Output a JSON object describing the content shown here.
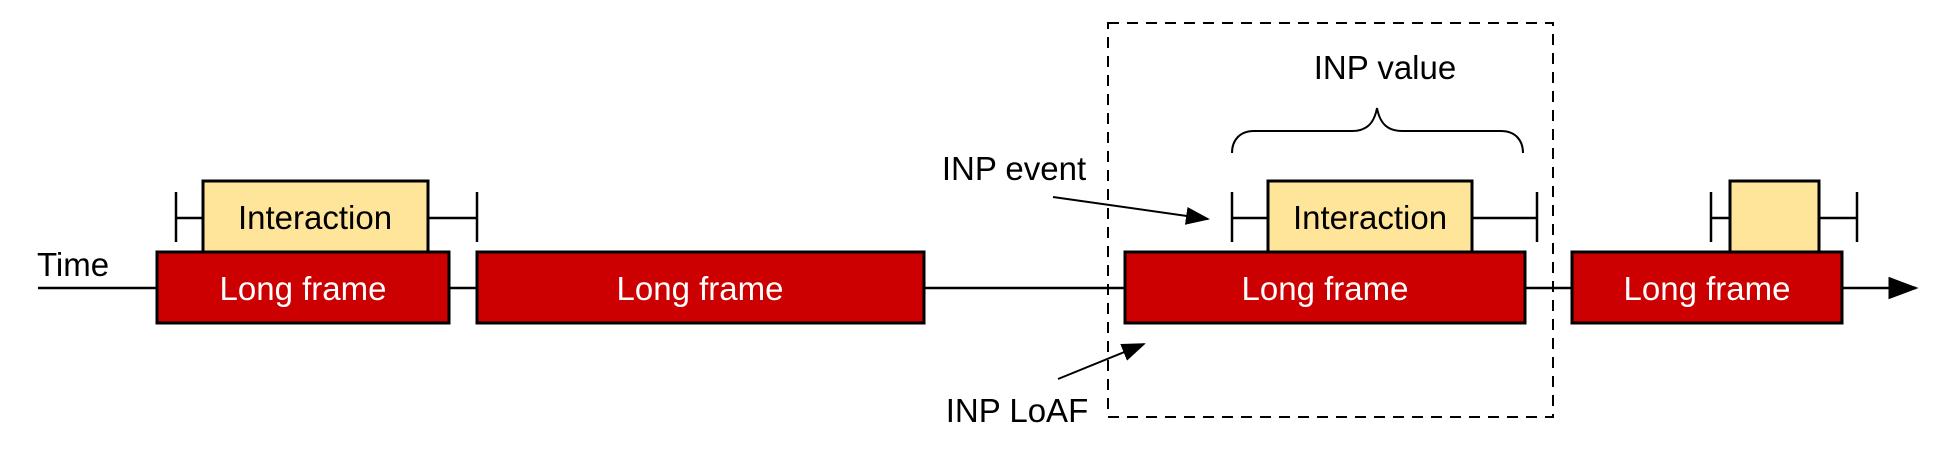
{
  "labels": {
    "time": "Time",
    "inp_value": "INP value",
    "inp_event": "INP event",
    "inp_loaf": "INP LoAF"
  },
  "long_frames": [
    {
      "label": "Long frame"
    },
    {
      "label": "Long frame"
    },
    {
      "label": "Long frame"
    },
    {
      "label": "Long frame"
    }
  ],
  "interactions": [
    {
      "label": "Interaction"
    },
    {
      "label": "Interaction"
    },
    {
      "label": ""
    }
  ],
  "colors": {
    "long_frame_fill": "#cc0000",
    "long_frame_text": "#ffffff",
    "interaction_fill": "#ffe599",
    "outline": "#000000",
    "annotation_text": "#000000"
  }
}
